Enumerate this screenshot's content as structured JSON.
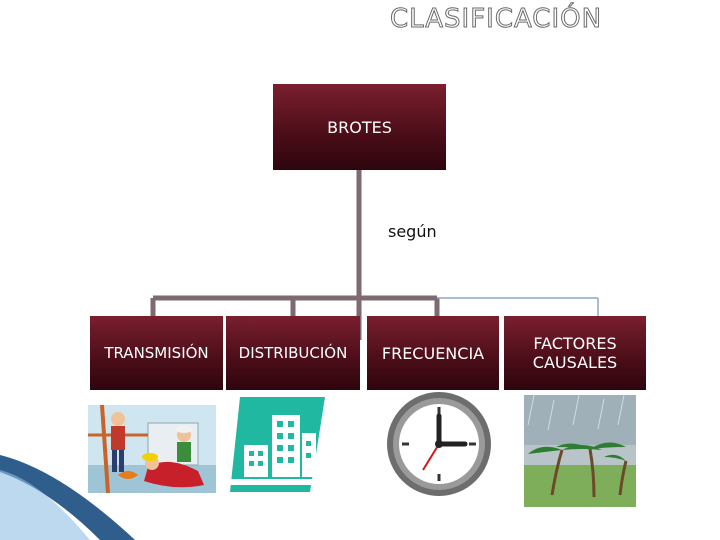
{
  "title": "CLASIFICACIÓN",
  "root": {
    "label": "BROTES"
  },
  "connector_label": "según",
  "children": [
    {
      "label": "TRANSMISIÓN",
      "image": "construction-accident-illustration"
    },
    {
      "label": "DISTRIBUCIÓN",
      "image": "city-buildings-icon"
    },
    {
      "label": "FRECUENCIA",
      "image": "wall-clock-icon"
    },
    {
      "label": "FACTORES CAUSALES",
      "image": "hurricane-palm-trees-illustration"
    }
  ],
  "colors": {
    "box_dark": "#4a0d18",
    "box_mid": "#7a1f2e",
    "connector": "#7d6a72",
    "connector_thin": "#8aa8c8",
    "teal": "#20b8a0"
  }
}
